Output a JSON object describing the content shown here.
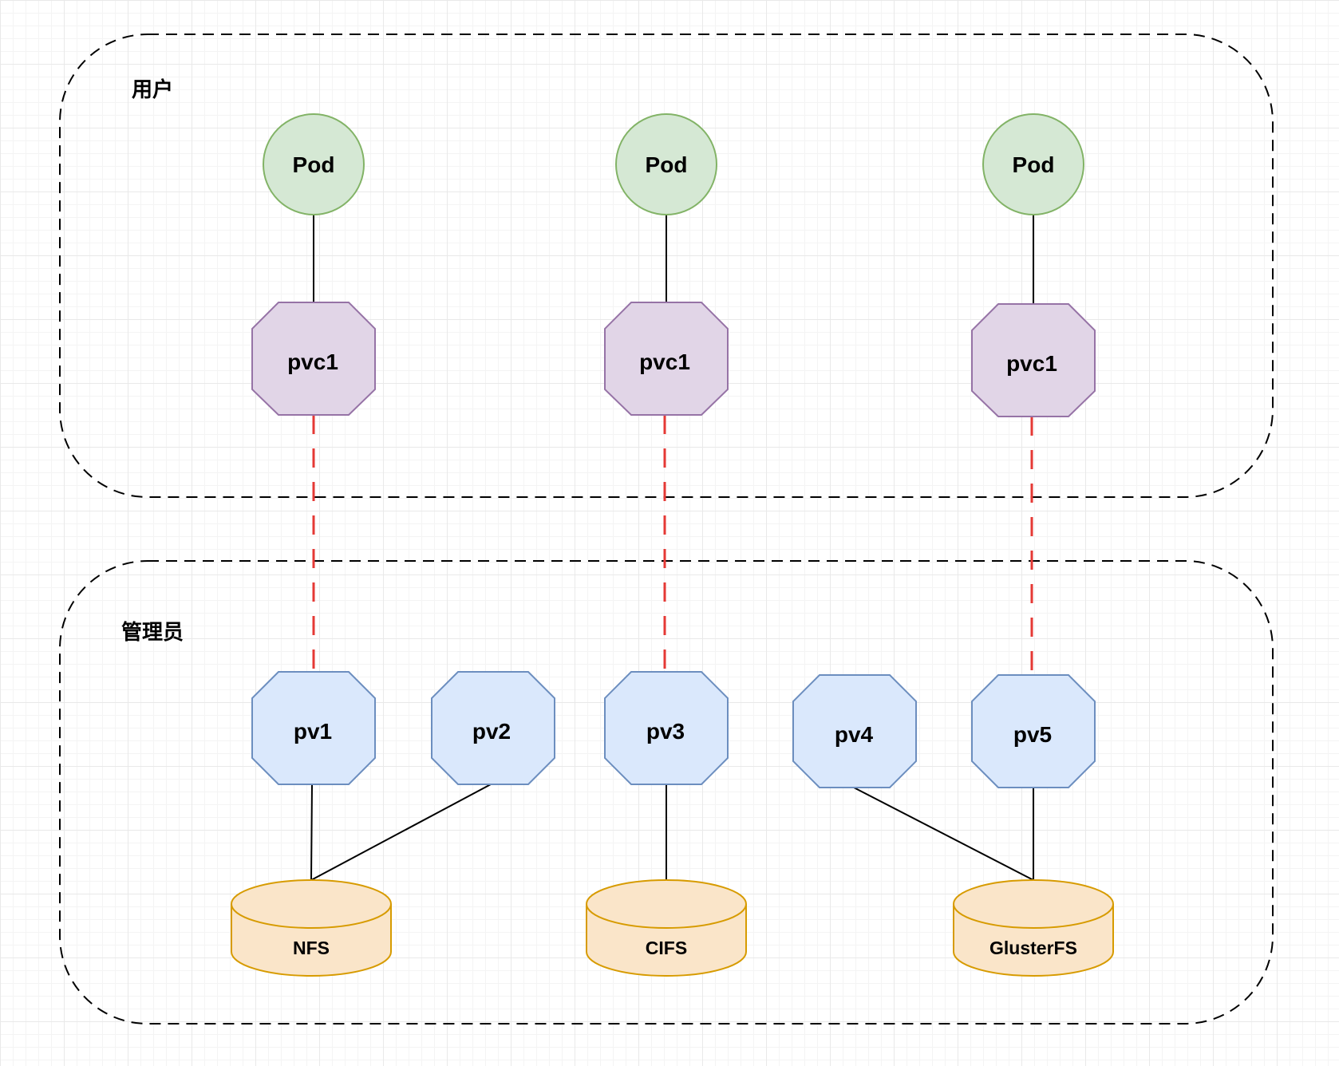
{
  "zones": {
    "user": {
      "label": "用户"
    },
    "admin": {
      "label": "管理员"
    }
  },
  "pods": [
    {
      "label": "Pod"
    },
    {
      "label": "Pod"
    },
    {
      "label": "Pod"
    }
  ],
  "pvcs": [
    {
      "label": "pvc1"
    },
    {
      "label": "pvc1"
    },
    {
      "label": "pvc1"
    }
  ],
  "pvs": [
    {
      "label": "pv1"
    },
    {
      "label": "pv2"
    },
    {
      "label": "pv3"
    },
    {
      "label": "pv4"
    },
    {
      "label": "pv5"
    }
  ],
  "storages": [
    {
      "label": "NFS"
    },
    {
      "label": "CIFS"
    },
    {
      "label": "GlusterFS"
    }
  ],
  "colors": {
    "pod_fill": "#d5e8d4",
    "pod_stroke": "#82b366",
    "pvc_fill": "#e1d5e7",
    "pvc_stroke": "#9673a6",
    "pv_fill": "#dae8fc",
    "pv_stroke": "#6c8ebf",
    "storage_fill": "#fae5c9",
    "storage_stroke": "#d79b00",
    "binding_line": "#e53935",
    "edge_line": "#000000",
    "zone_border": "#000000"
  }
}
